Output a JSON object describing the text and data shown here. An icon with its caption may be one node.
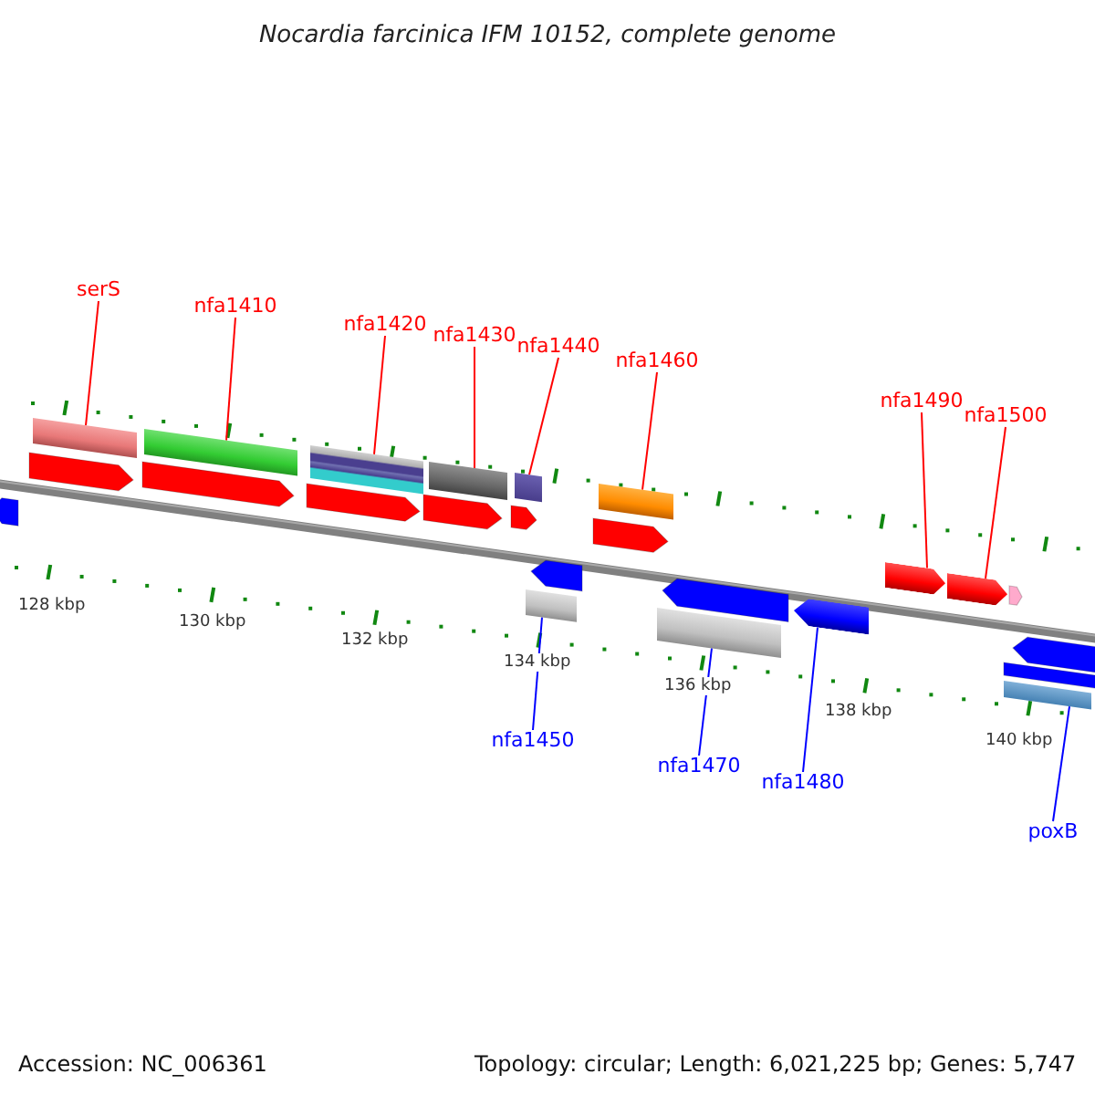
{
  "diagram": {
    "title": "Nocardia farcinica IFM 10152, complete genome",
    "nodes": [
      {
        "text": [
          "serS"
        ]
      },
      {
        "text": [
          "nfa1410"
        ]
      },
      {
        "text": [
          "nfa1420"
        ]
      },
      {
        "text": [
          "nfa1430"
        ]
      },
      {
        "text": [
          "nfa1440"
        ]
      },
      {
        "text": [
          "nfa1460"
        ]
      },
      {
        "text": [
          "nfa1490"
        ]
      },
      {
        "text": [
          "nfa1500"
        ]
      },
      {
        "text": [
          "nfa1450"
        ]
      },
      {
        "text": [
          "nfa1470"
        ]
      },
      {
        "text": [
          "nfa1480"
        ]
      },
      {
        "text": [
          "poxB"
        ]
      },
      {
        "text": [],
        "shape": "bar"
      },
      {
        "text": [],
        "shape": "bar"
      },
      {
        "text": [],
        "shape": "bar"
      },
      {
        "text": [],
        "shape": "bar"
      },
      {
        "text": [],
        "shape": "bar"
      },
      {
        "text": [],
        "shape": "bar"
      },
      {
        "text": [],
        "shape": "arrow"
      },
      {
        "text": [],
        "shape": "arrow"
      },
      {
        "text": [],
        "shape": "bar"
      },
      {
        "text": [],
        "shape": "bar"
      },
      {
        "text": [],
        "shape": "arrow"
      },
      {
        "text": [],
        "shape": "bar"
      }
    ],
    "edges": [
      {
        "from": 0,
        "to": 12,
        "arrow": "none"
      },
      {
        "from": 1,
        "to": 13,
        "arrow": "none"
      },
      {
        "from": 2,
        "to": 14,
        "arrow": "none"
      },
      {
        "from": 3,
        "to": 15,
        "arrow": "none"
      },
      {
        "from": 4,
        "to": 16,
        "arrow": "none"
      },
      {
        "from": 5,
        "to": 17,
        "arrow": "none"
      },
      {
        "from": 6,
        "to": 18,
        "arrow": "none"
      },
      {
        "from": 7,
        "to": 19,
        "arrow": "none"
      },
      {
        "from": 8,
        "to": 20,
        "arrow": "none",
        "color": "#0000ff"
      },
      {
        "from": 9,
        "to": 21,
        "arrow": "none",
        "color": "#0000ff"
      },
      {
        "from": 10,
        "to": 22,
        "arrow": "none",
        "color": "#0000ff"
      },
      {
        "from": 11,
        "to": 23,
        "arrow": "none",
        "color": "#0000ff"
      }
    ],
    "labels": [
      "128 kbp",
      "130 kbp",
      "132 kbp",
      "134 kbp",
      "136 kbp",
      "138 kbp",
      "140 kbp",
      "Accession: NC_006361",
      "Topology: circular; Length: 6,021,225 bp; Genes: 5,747"
    ]
  }
}
